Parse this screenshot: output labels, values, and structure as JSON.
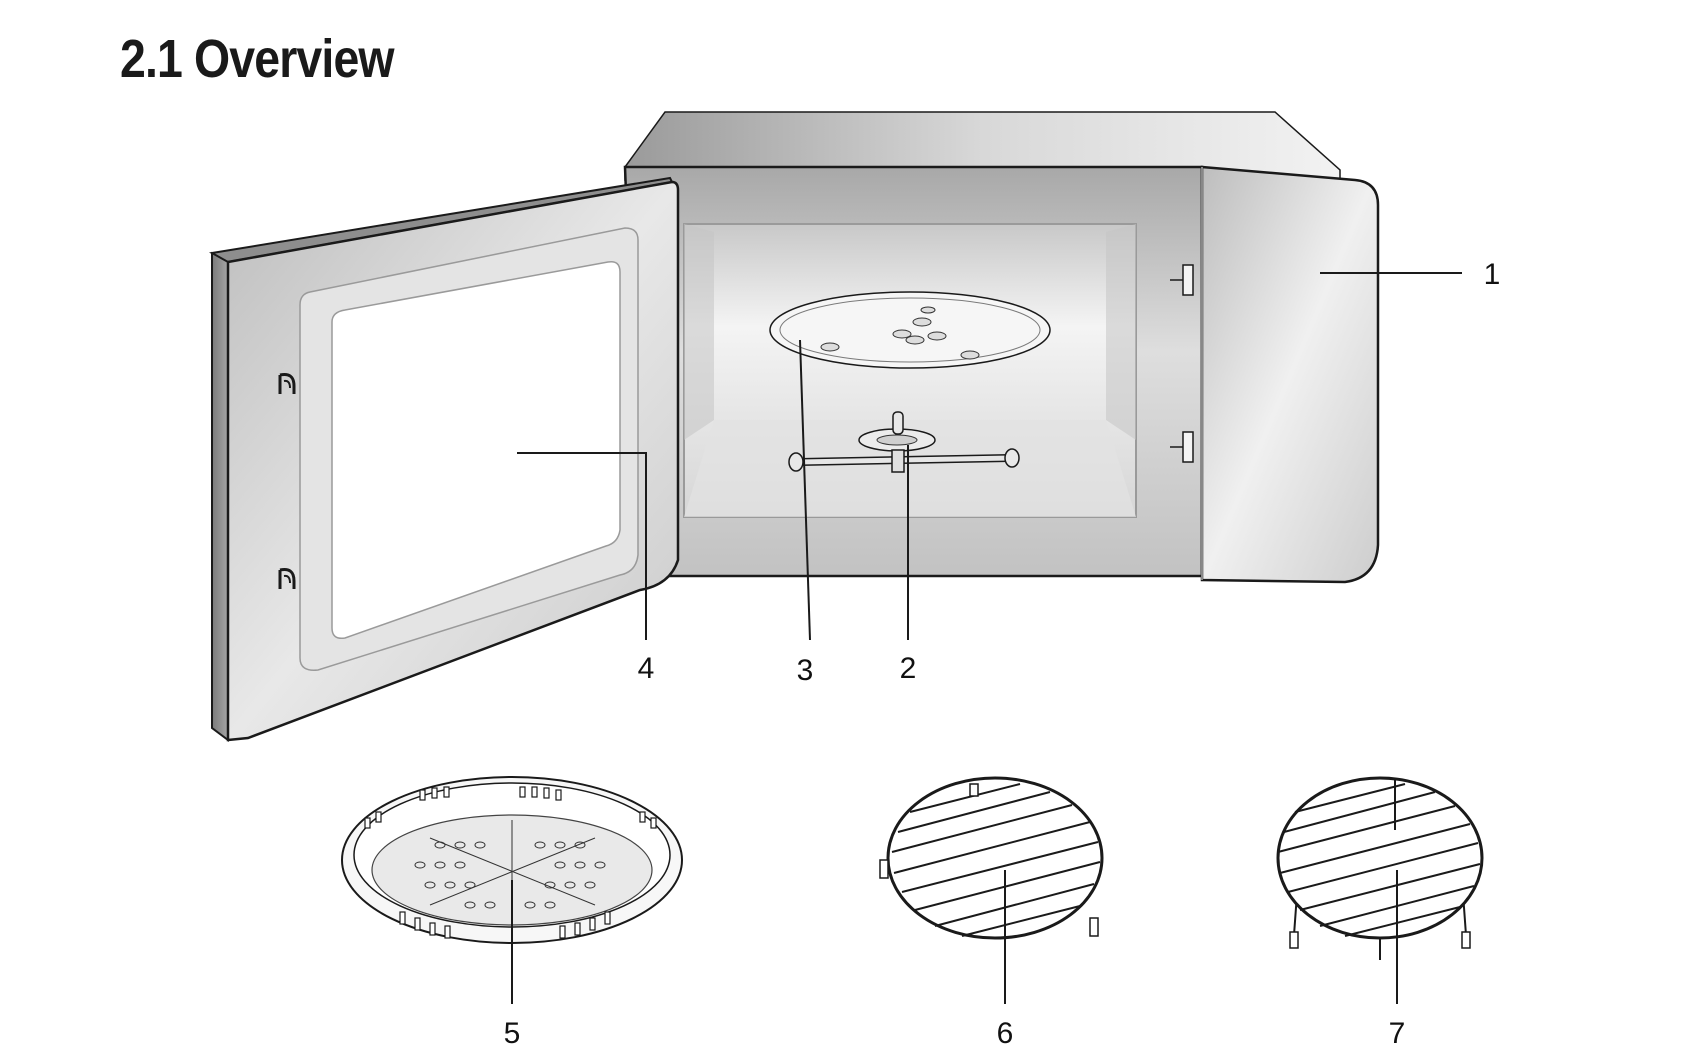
{
  "page": {
    "title": "2.1 Overview"
  },
  "callouts": [
    "1",
    "2",
    "3",
    "4",
    "5",
    "6",
    "7"
  ],
  "colors": {
    "ink": "#1a1a1a",
    "metal_light": "#f4f4f4",
    "metal_mid": "#cfcfcf",
    "metal_dark": "#8c8c8c"
  }
}
